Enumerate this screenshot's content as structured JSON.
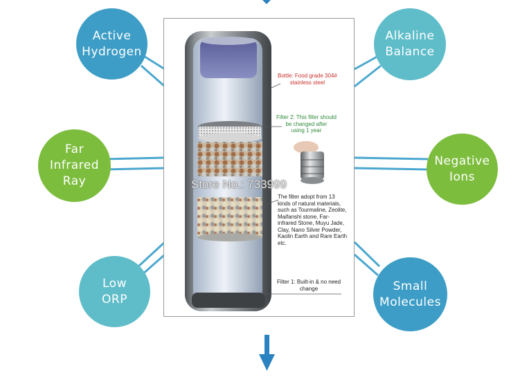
{
  "features": {
    "active_hydrogen": [
      "Active",
      "Hydrogen"
    ],
    "far_infrared_ray": [
      "Far",
      "Infrared",
      "Ray"
    ],
    "low_orp": [
      "Low",
      "ORP"
    ],
    "alkaline_balance": [
      "Alkaline",
      "Balance"
    ],
    "negative_ions": [
      "Negative",
      "Ions"
    ],
    "small_molecules": [
      "Small",
      "Molecules"
    ]
  },
  "callouts": {
    "bottle": [
      "Bottle: Food grade 304#",
      "stainless steel"
    ],
    "filter2": [
      "Filter 2: This filter should",
      "be changed after",
      "using 1 year"
    ],
    "materials": [
      "The filter adopt from 13",
      "kinds of natural materials,",
      "such as Tourmaline, Zeolite,",
      "Maifanshi stone, Far-",
      "infrared Stone, Muyu Jade,",
      "Clay, Nano Silver Powder,",
      "Kaolin Earth and Rare Earth",
      "etc."
    ],
    "filter1": [
      "Filter 1: Built-in & no need",
      "change"
    ]
  },
  "watermark": "Store No.: 733999",
  "colors": {
    "blue_circle": "#3d9dc6",
    "green_circle": "#7dbd3e",
    "teal_circle": "#5fbdc9",
    "connector": "#4aa7cf",
    "arrow": "#2b82c0",
    "callout_red": "#c8302c",
    "callout_green": "#2f8a3a",
    "callout_dark": "#222222"
  },
  "icons": [
    "down-arrow-icon",
    "filter-cartridge-icon"
  ]
}
